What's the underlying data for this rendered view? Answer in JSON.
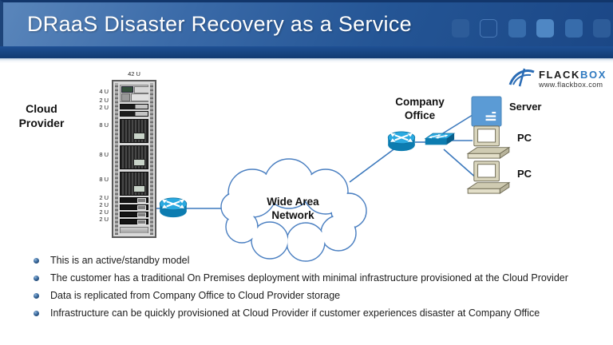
{
  "header": {
    "title": "DRaaS Disaster Recovery as a Service",
    "decorative_squares_count": 7
  },
  "logo": {
    "flack": "FLACK",
    "box": "BOX",
    "url": "www.flackbox.com"
  },
  "diagram": {
    "cloud_provider_label": "Cloud Provider",
    "company_office_label": "Company Office",
    "wan_label": "Wide Area Network",
    "server_label": "Server",
    "pc_label_1": "PC",
    "pc_label_2": "PC",
    "rack": {
      "total_label": "42 U",
      "unit_labels": [
        "4 U",
        "2 U",
        "2 U",
        "8 U",
        "8 U",
        "8 U",
        "2 U",
        "2 U",
        "2 U",
        "2 U"
      ]
    },
    "icons": [
      "server-rack-icon",
      "router-icon",
      "router-icon",
      "switch-icon",
      "server-icon",
      "pc-icon",
      "pc-icon",
      "wan-cloud-shape"
    ]
  },
  "bullets": [
    "This is an active/standby model",
    "The customer has a traditional On Premises deployment with minimal infrastructure provisioned at the Cloud Provider",
    "Data is replicated from Company Office to Cloud Provider storage",
    "Infrastructure can be quickly provisioned at Cloud Provider if customer experiences disaster at Company Office"
  ],
  "colors": {
    "header_blue": "#1b4786",
    "accent_line_blue": "#3c79bd",
    "cisco_blue": "#29a8e0",
    "logo_blue": "#2e79c0",
    "server_blue": "#5b9bd5"
  }
}
